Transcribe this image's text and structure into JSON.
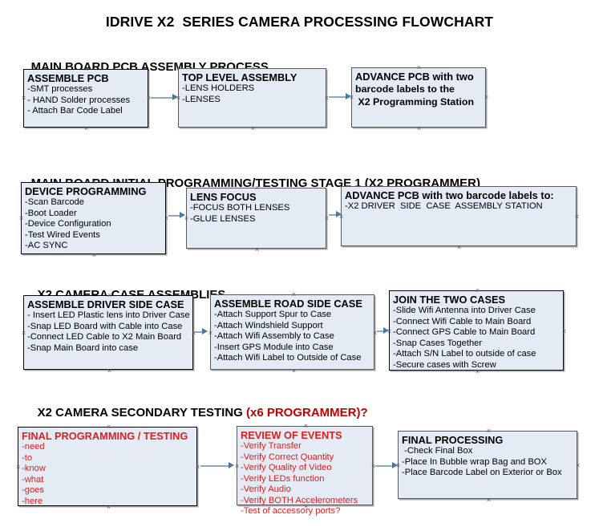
{
  "document": {
    "title": "IDRIVE X2  SERIES CAMERA PROCESSING FLOWCHART"
  },
  "colors": {
    "box_fill": "#E4EBF5",
    "box_border": "#000000",
    "connector": "#8FA9C4",
    "arrow_head": "#4A76A8",
    "red_text": "#E02020",
    "heading_highlight": "#C00000"
  },
  "sections": [
    {
      "id": "main-board-pcb-assembly",
      "heading": "MAIN BOARD PCB ASSEMBLY PROCESS",
      "heading_suffix": "",
      "nodes": [
        {
          "id": "assemble-pcb",
          "title": "ASSEMBLE PCB",
          "lines": [
            "-SMT processes",
            "- HAND Solder processes",
            "- Attach Bar Code Label"
          ]
        },
        {
          "id": "top-level-assembly",
          "title": "TOP LEVEL ASSEMBLY",
          "lines": [
            "-LENS HOLDERS",
            "-LENSES"
          ]
        },
        {
          "id": "advance-pcb-to-programming-station",
          "title": "ADVANCE PCB with two",
          "lines": [
            "barcode labels to the",
            " X2 Programming Station"
          ]
        }
      ]
    },
    {
      "id": "main-board-initial-programming",
      "heading": "MAIN BOARD INITIAL PROGRAMMING/TESTING STAGE 1 (X2 PROGRAMMER)",
      "heading_suffix": "",
      "nodes": [
        {
          "id": "device-programming",
          "title": "DEVICE PROGRAMMING",
          "lines": [
            "-Scan Barcode",
            "-Boot Loader",
            "-Device Configuration",
            "-Test Wired Events",
            "-AC SYNC"
          ]
        },
        {
          "id": "lens-focus",
          "title": "LENS FOCUS",
          "lines": [
            "-FOCUS BOTH LENSES",
            "-GLUE LENSES"
          ]
        },
        {
          "id": "advance-pcb-to-driver-side-case",
          "title": "ADVANCE PCB with two barcode labels to:",
          "lines": [
            "-X2 DRIVER  SIDE  CASE  ASSEMBLY STATION"
          ]
        }
      ]
    },
    {
      "id": "x2-camera-case-assemblies",
      "heading": "X2 CAMERA CASE ASSEMBLIES",
      "heading_suffix": "",
      "nodes": [
        {
          "id": "assemble-driver-side-case",
          "title": "ASSEMBLE DRIVER SIDE CASE",
          "lines": [
            "- Insert LED Plastic lens into Driver Case",
            "-Snap LED Board with Cable into Case",
            "-Connect LED Cable to X2 Main Board",
            "-Snap Main Board into case"
          ]
        },
        {
          "id": "assemble-road-side-case",
          "title": "ASSEMBLE ROAD SIDE CASE",
          "lines": [
            "-Attach Support Spur to Case",
            "-Attach Windshield Support",
            "-Attach Wifi Assembly to Case",
            "-Insert GPS Module into Case",
            "-Attach Wifi Label to Outside of Case"
          ]
        },
        {
          "id": "join-the-two-cases",
          "title": "JOIN THE TWO CASES",
          "lines": [
            "-Slide Wifi Antenna into Driver Case",
            "-Connect Wifi Cable to Main Board",
            "-Connect GPS Cable to Main Board",
            "-Snap Cases Together",
            "-Attach S/N Label to outside of case",
            "-Secure cases with Screw"
          ]
        }
      ]
    },
    {
      "id": "x2-camera-secondary-testing",
      "heading": "X2 CAMERA SECONDARY TESTING ",
      "heading_suffix": "(x6 PROGRAMMER)?",
      "nodes": [
        {
          "id": "final-programming-testing",
          "title": "FINAL PROGRAMMING / TESTING",
          "lines": [
            "-need",
            "-to",
            "-know",
            "-what",
            "-goes",
            "-here"
          ]
        },
        {
          "id": "review-of-events",
          "title": "REVIEW OF EVENTS",
          "lines": [
            "-Verify Transfer",
            "-Verify Correct Quantity",
            "-Verify Quality of Video",
            "-Verify LEDs function",
            "-Verify Audio",
            "-Verify BOTH Accelerometers"
          ],
          "overflow_line": "-Test of accessory ports?"
        },
        {
          "id": "final-processing",
          "title": "FINAL PROCESSING",
          "lines": [
            " -Check Final Box",
            "-Place In Bubble wrap Bag and BOX",
            "-Place Barcode Label on Exterior or Box"
          ]
        }
      ]
    }
  ]
}
